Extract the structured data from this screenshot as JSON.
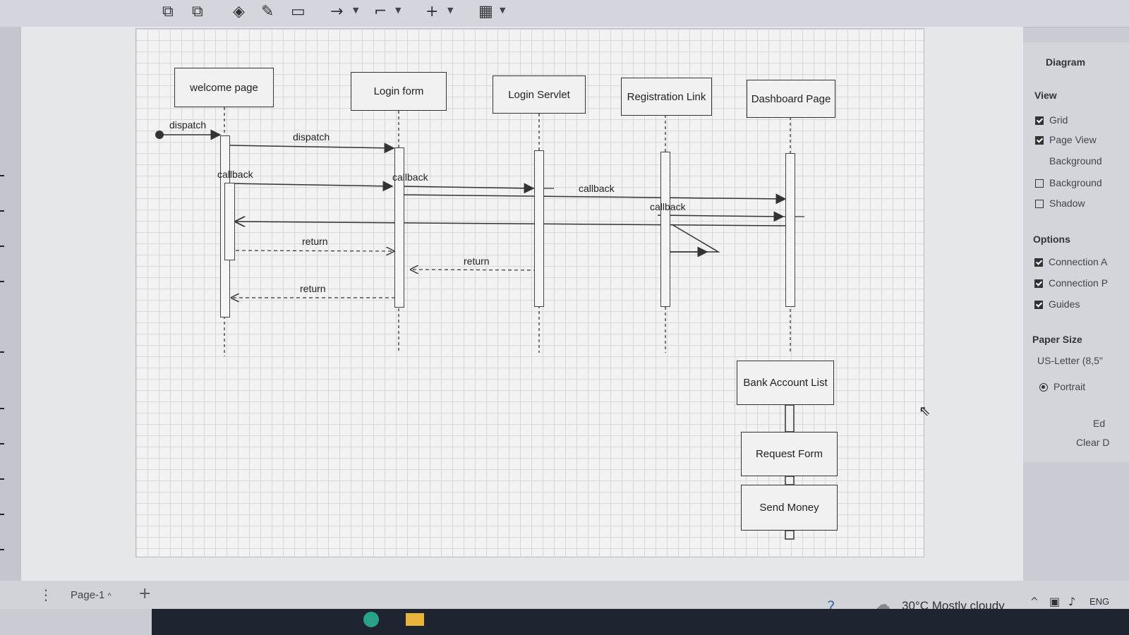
{
  "panel": {
    "title": "Diagram",
    "view_heading": "View",
    "grid_label": "Grid",
    "pageview_label": "Page View",
    "background_label": "Background",
    "background_check_label": "Background",
    "shadow_label": "Shadow",
    "options_heading": "Options",
    "connection_arrows_label": "Connection A",
    "connection_points_label": "Connection P",
    "guides_label": "Guides",
    "paper_size_heading": "Paper Size",
    "paper_size_value": "US-Letter (8,5\"",
    "portrait_label": "Portrait",
    "edit_label": "Ed",
    "clear_label": "Clear D"
  },
  "lifelines": [
    {
      "label": "welcome page"
    },
    {
      "label": "Login form"
    },
    {
      "label": "Login Servlet"
    },
    {
      "label": "Registration Link"
    },
    {
      "label": "Dashboard Page"
    }
  ],
  "messages": {
    "dispatch1": "dispatch",
    "dispatch2": "dispatch",
    "callback1": "callback",
    "callback2": "callback",
    "callback3": "callback",
    "callback4": "callback",
    "return1": "return",
    "return2": "return",
    "return3": "return"
  },
  "blocks": {
    "bank_account_list": "Bank Account List",
    "request_form": "Request Form",
    "send_money": "Send Money"
  },
  "bottom": {
    "page_tab": "Page-1",
    "weather": "30°C  Mostly cloudy",
    "lang": "ENG"
  }
}
